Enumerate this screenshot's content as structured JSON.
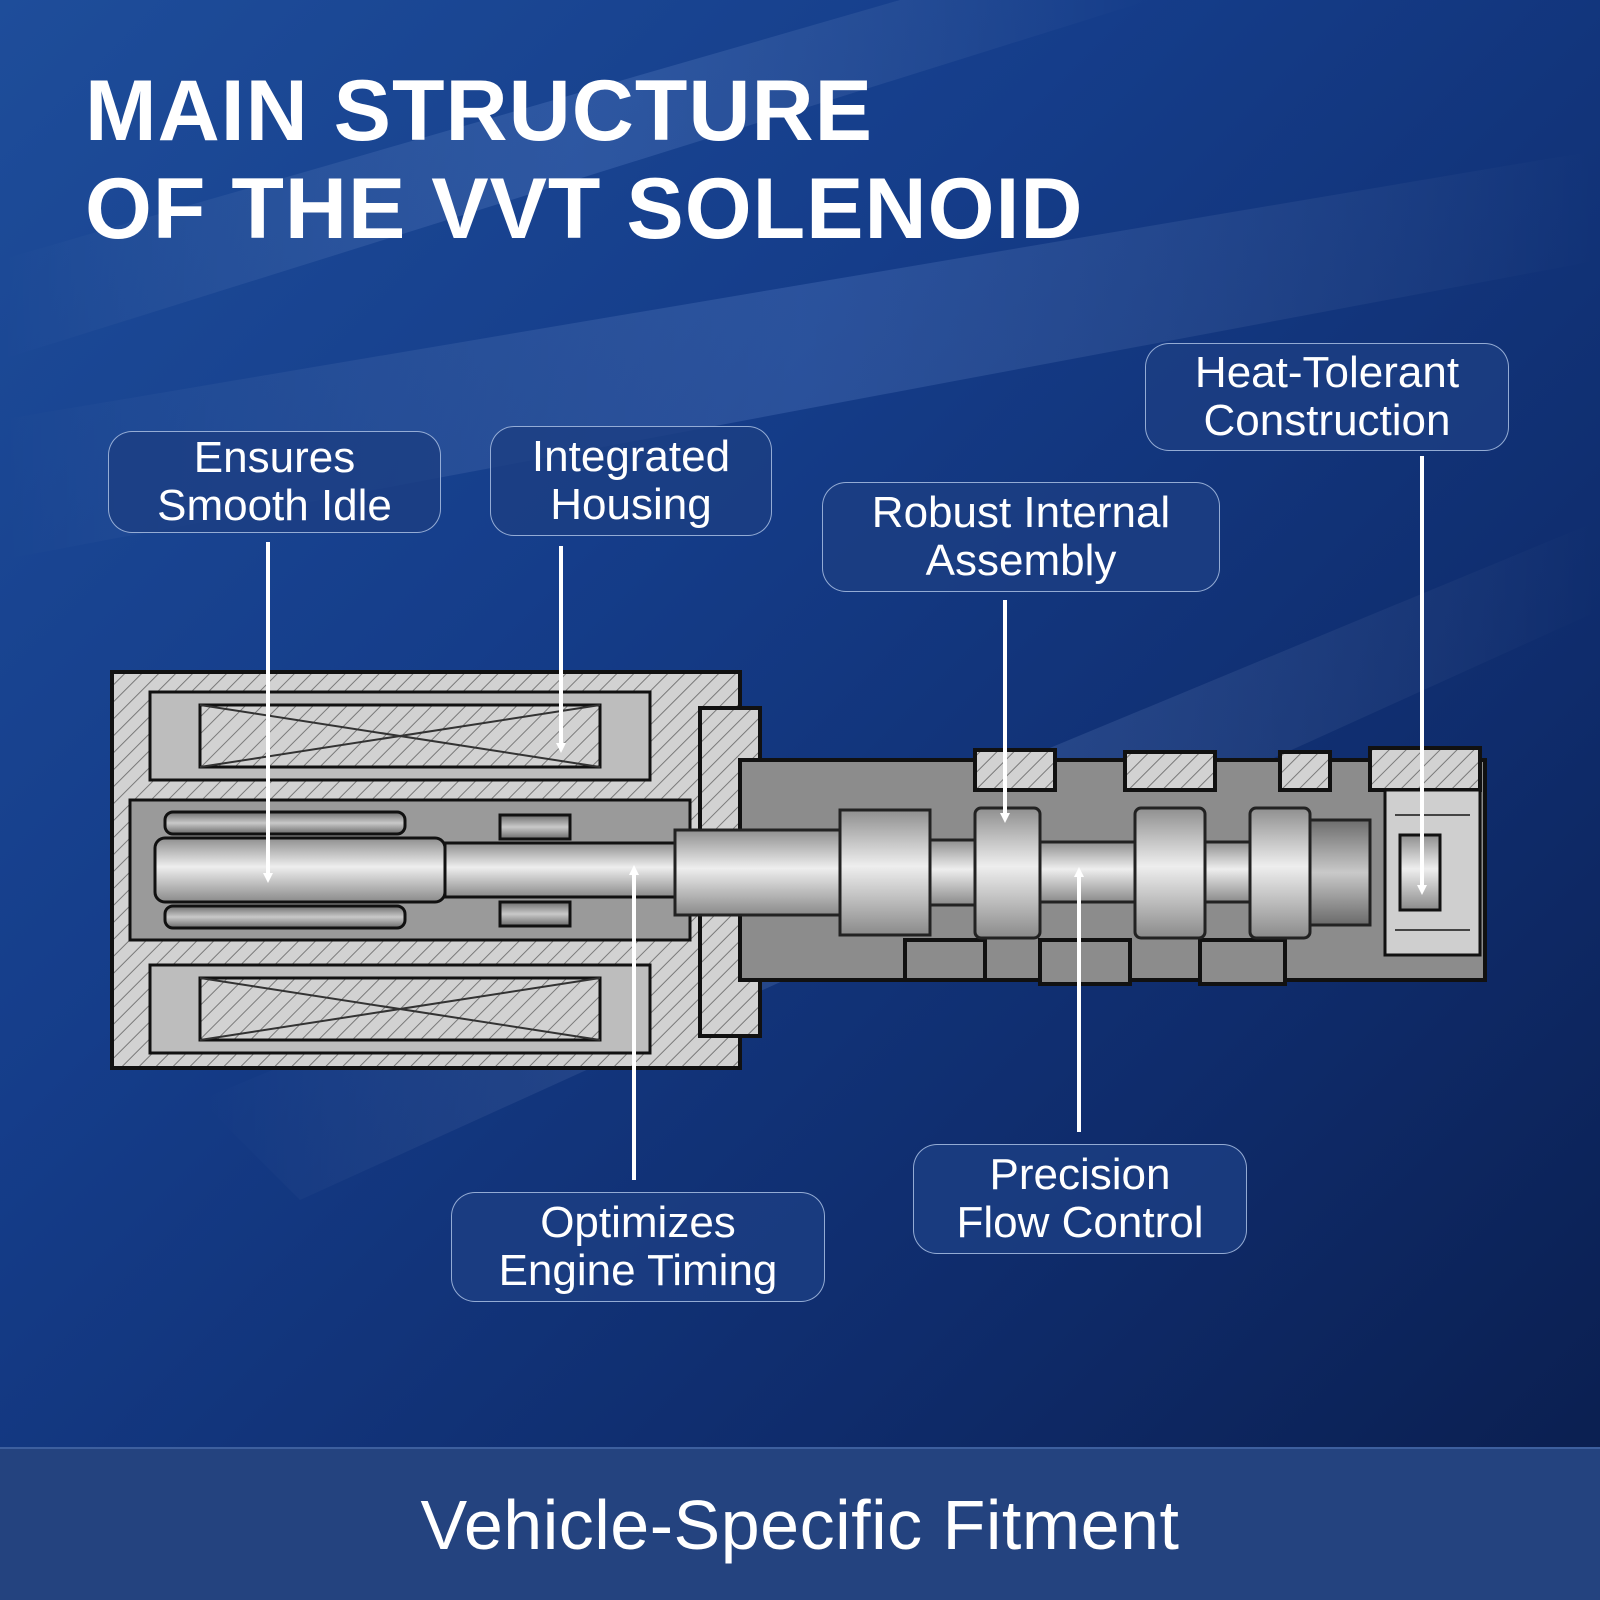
{
  "title": {
    "line1": "MAIN STRUCTURE",
    "line2": "OF THE VVT SOLENOID"
  },
  "callouts": {
    "smooth_idle": {
      "line1": "Ensures",
      "line2": "Smooth Idle"
    },
    "integrated_housing": {
      "line1": "Integrated",
      "line2": "Housing"
    },
    "robust_assembly": {
      "line1": "Robust Internal",
      "line2": "Assembly"
    },
    "heat_tolerant": {
      "line1": "Heat-Tolerant",
      "line2": "Construction"
    },
    "engine_timing": {
      "line1": "Optimizes",
      "line2": "Engine Timing"
    },
    "flow_control": {
      "line1": "Precision",
      "line2": "Flow Control"
    }
  },
  "footer": {
    "label": "Vehicle-Specific Fitment"
  },
  "colors": {
    "background_dark": "#0b1f52",
    "background_mid": "#1a3d86",
    "callout_fill": "#1c3e82",
    "footer_band": "#24437f",
    "text": "#ffffff"
  },
  "icons": {
    "diagram": "vvt-solenoid-cross-section"
  }
}
